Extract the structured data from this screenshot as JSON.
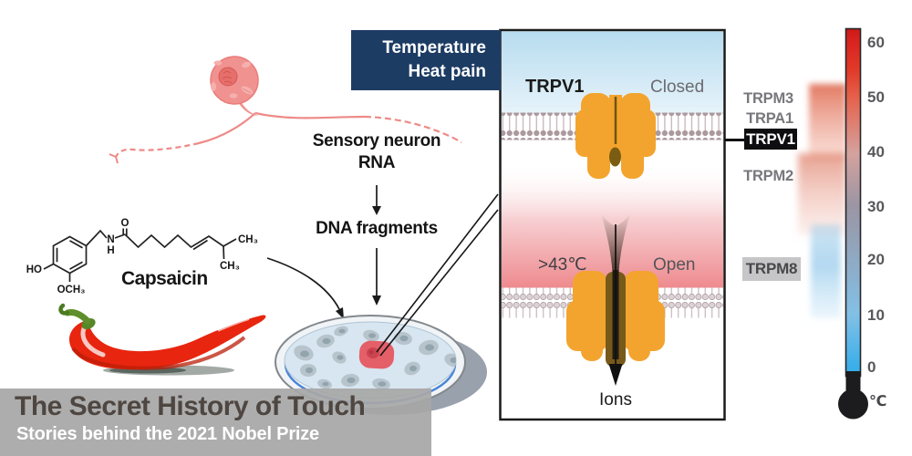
{
  "title": {
    "heading": "The Secret History of Touch",
    "subheading": "Stories behind the 2021 Nobel Prize"
  },
  "callout": {
    "line1": "Temperature",
    "line2": "Heat pain"
  },
  "process": {
    "source": "Sensory neuron",
    "source2": "RNA",
    "product": "DNA fragments"
  },
  "molecule": {
    "name": "Capsaicin",
    "atoms": {
      "hydroxyl": "HO",
      "methoxy": "OCH₃",
      "carbonyl_o": "O",
      "amine_n": "N",
      "amine_h": "H",
      "methyl_top": "CH₃",
      "methyl_bottom": "CH₃"
    }
  },
  "channel_panel": {
    "protein": "TRPV1",
    "state_closed": "Closed",
    "state_open": "Open",
    "activation_temp": ">43℃",
    "ions": "Ions"
  },
  "thermometer": {
    "ticks": [
      "60",
      "50",
      "40",
      "30",
      "20",
      "10",
      "0"
    ],
    "unit": "℃"
  },
  "receptors": {
    "trpm3": "TRPM3",
    "trpa1": "TRPA1",
    "trpv1": "TRPV1",
    "trpm2": "TRPM2",
    "trpm8": "TRPM8"
  },
  "colors": {
    "header_bg": "#1d3c63",
    "channel_orange": "#f3a42e",
    "hot_red": "#d92420",
    "cold_blue": "#3bafe9",
    "neuron_pink": "#f09290",
    "pepper_red": "#e8250f",
    "trpv1_box_bg": "#0e0e10",
    "trpm8_box_bg": "#c6c6c8"
  }
}
